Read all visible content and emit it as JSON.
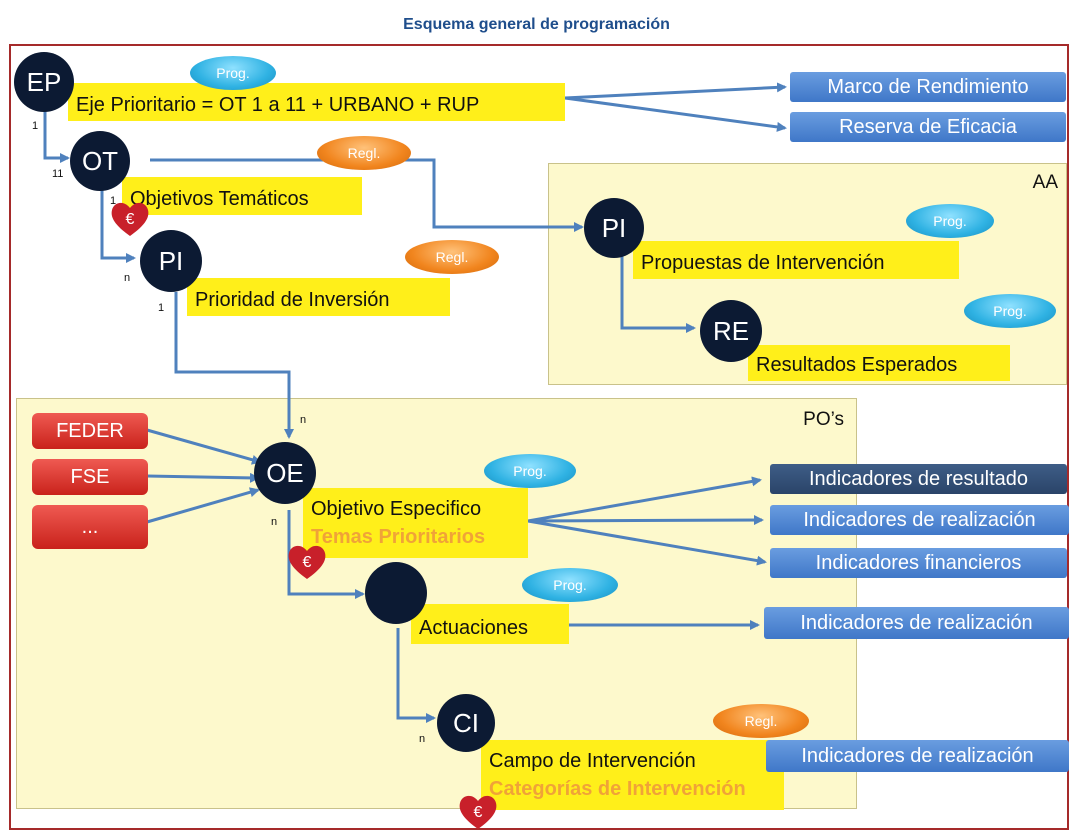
{
  "title": "Esquema general de programación",
  "panels": {
    "aa_label": "AA",
    "pos_label": "PO’s"
  },
  "nodes": {
    "ep": "EP",
    "ot": "OT",
    "pi_left": "PI",
    "pi_right": "PI",
    "re": "RE",
    "oe": "OE",
    "actuaciones": "",
    "ci": "CI"
  },
  "boxes": {
    "eje": "Eje Prioritario = OT 1 a 11 + URBANO + RUP",
    "objetivos_tematicos": "Objetivos Temáticos",
    "prioridad_inversion": "Prioridad de Inversión",
    "propuestas": "Propuestas de Intervención",
    "resultados": "Resultados Esperados",
    "objetivo_especifico": "Objetivo Especifico",
    "temas_prioritarios": "Temas Prioritarios",
    "actuaciones": "Actuaciones",
    "campo": "Campo de Intervención",
    "categorias": "Categorías de Intervención"
  },
  "outputs": {
    "marco": "Marco de Rendimiento",
    "reserva": "Reserva de Eficacia",
    "ind_resultado": "Indicadores de resultado",
    "ind_realizacion_oe": "Indicadores de realización",
    "ind_financieros": "Indicadores financieros",
    "ind_realizacion_act": "Indicadores de realización",
    "ind_realizacion_ci": "Indicadores de realización"
  },
  "funds": {
    "feder": "FEDER",
    "fse": "FSE",
    "other": "..."
  },
  "tags": {
    "prog_ep": "Prog.",
    "regl_ot": "Regl.",
    "regl_pi": "Regl.",
    "prog_pi_right": "Prog.",
    "prog_re": "Prog.",
    "prog_oe": "Prog.",
    "prog_act": "Prog.",
    "regl_ci": "Regl."
  },
  "cardinality": {
    "ep_1": "1",
    "ot_11": "11",
    "ot_1": "1",
    "pi_n": "n",
    "pi_1": "1",
    "oe_n_top": "n",
    "oe_n_bottom": "n",
    "ci_n": "n"
  },
  "heart_symbol": "€",
  "colors": {
    "title": "#1f4e8c",
    "frame": "#a52a2a",
    "panel": "#fdf9cc",
    "highlight": "#ffef1a",
    "node": "#0c1a33",
    "connector": "#4f81bd",
    "output_box": "#4a83d1",
    "output_box_dark": "#2f4b73",
    "fund_box": "#d9302a",
    "prog_tag": "#2fb2e3",
    "regl_tag": "#f1851e",
    "subtext": "#f0a338"
  }
}
